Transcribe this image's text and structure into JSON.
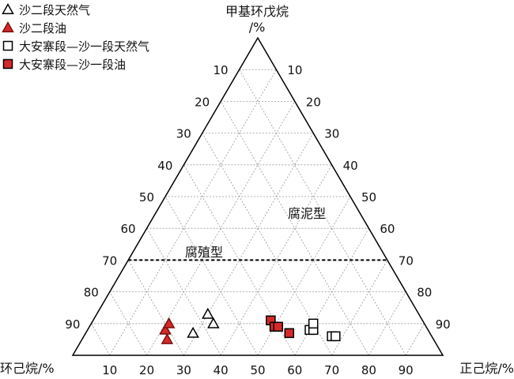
{
  "chart_data": {
    "type": "scatter",
    "subtype": "ternary",
    "axes": {
      "top": {
        "label_line1": "甲基环戊烷",
        "label_line2": "/%"
      },
      "left": {
        "label": "环己烷/%"
      },
      "right": {
        "label": "正己烷/%"
      }
    },
    "ticks": [
      "10",
      "20",
      "30",
      "40",
      "50",
      "60",
      "70",
      "80",
      "90"
    ],
    "regions": [
      {
        "label": "腐殖型"
      },
      {
        "label": "腐泥型"
      }
    ],
    "divider": {
      "style": "dashed",
      "from": {
        "ch": 70,
        "nh": 0,
        "mcp": 30
      },
      "to": {
        "ch": 0,
        "nh": 70,
        "mcp": 30
      }
    },
    "series": [
      {
        "name": "沙二段天然气",
        "marker": "triangle-open",
        "color": "#000000",
        "points": [
          {
            "mcp": 13,
            "ch": 57,
            "nh": 30
          },
          {
            "mcp": 10,
            "ch": 57,
            "nh": 33
          },
          {
            "mcp": 7,
            "ch": 64,
            "nh": 29
          }
        ]
      },
      {
        "name": "沙二段油",
        "marker": "triangle-filled",
        "color": "#d62a2a",
        "points": [
          {
            "mcp": 8,
            "ch": 71,
            "nh": 21
          },
          {
            "mcp": 10,
            "ch": 69,
            "nh": 21
          },
          {
            "mcp": 5,
            "ch": 72,
            "nh": 23
          }
        ]
      },
      {
        "name": "大安寨段—沙一段天然气",
        "marker": "square-open",
        "color": "#000000",
        "points": [
          {
            "mcp": 8,
            "ch": 32,
            "nh": 60
          },
          {
            "mcp": 8,
            "ch": 31,
            "nh": 61
          },
          {
            "mcp": 10,
            "ch": 30,
            "nh": 60
          },
          {
            "mcp": 6,
            "ch": 27,
            "nh": 67
          },
          {
            "mcp": 6,
            "ch": 26,
            "nh": 68
          }
        ]
      },
      {
        "name": "大安寨段—沙一段油",
        "marker": "square-filled",
        "color": "#d62a2a",
        "points": [
          {
            "mcp": 11,
            "ch": 41,
            "nh": 48
          },
          {
            "mcp": 9,
            "ch": 41,
            "nh": 50
          },
          {
            "mcp": 9,
            "ch": 40,
            "nh": 51
          },
          {
            "mcp": 7,
            "ch": 38,
            "nh": 55
          }
        ]
      }
    ],
    "grid": true,
    "legend_position": "top-left"
  }
}
